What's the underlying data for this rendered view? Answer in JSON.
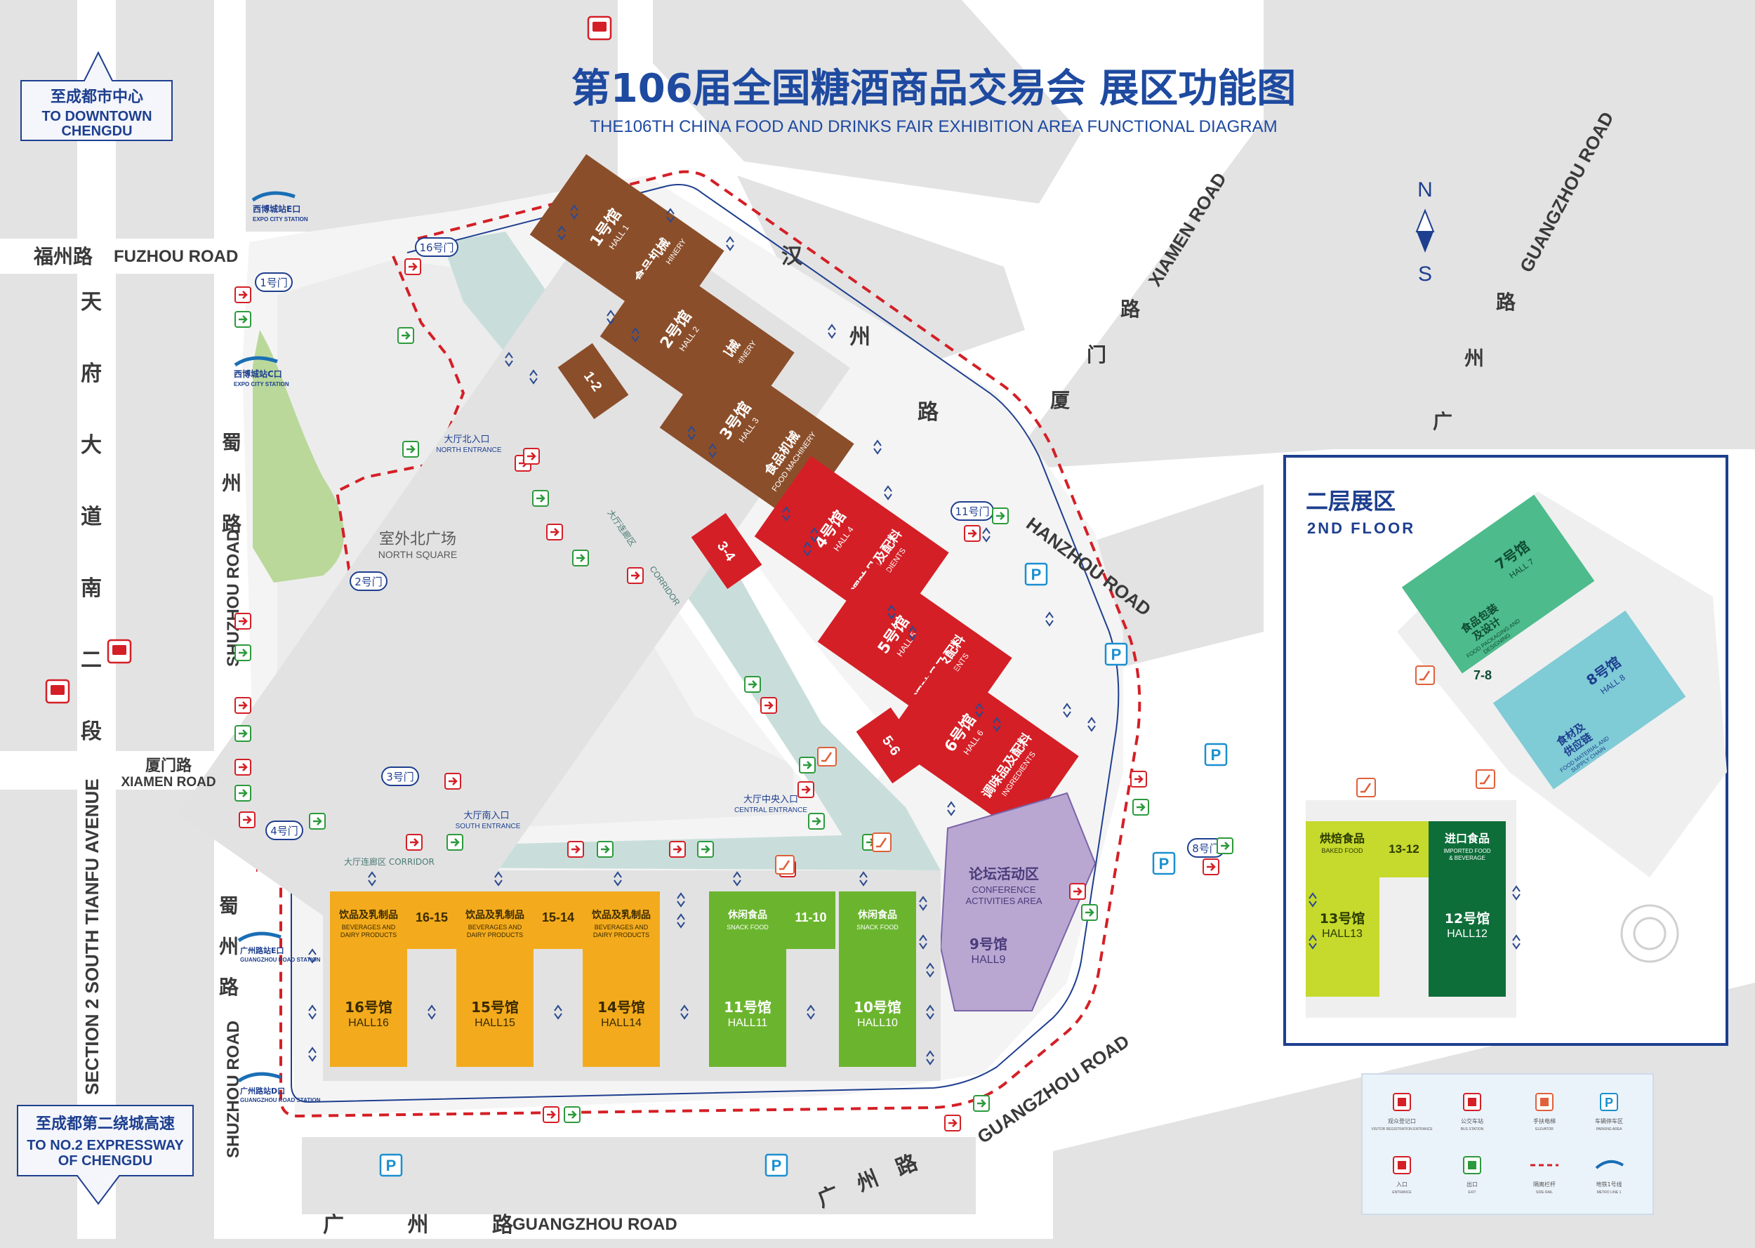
{
  "title": {
    "cn": "第106届全国糖酒商品交易会 展区功能图",
    "en": "THE106TH CHINA FOOD AND DRINKS FAIR  EXHIBITION AREA FUNCTIONAL DIAGRAM"
  },
  "compass": {
    "n": "N",
    "s": "S"
  },
  "direction_signs": {
    "downtown_cn": "至成都市中心",
    "downtown_en1": "TO DOWNTOWN",
    "downtown_en2": "CHENGDU",
    "expressway_cn": "至成都第二绕城高速",
    "expressway_en1": "TO NO.2 EXPRESSWAY",
    "expressway_en2": "OF CHENGDU"
  },
  "roads": {
    "fuzhou_cn": "福州路",
    "fuzhou_en": "FUZHOU ROAD",
    "tianfu_cn": [
      "天",
      "府",
      "大",
      "道",
      "南",
      "二",
      "段"
    ],
    "tianfu_en": "SECTION 2 SOUTH TIANFU AVENUE",
    "shuzhou_cn_top": [
      "蜀",
      "州",
      "路"
    ],
    "shuzhou_en": "SHUZHOU ROAD",
    "shuzhou_cn_bottom": [
      "蜀",
      "州",
      "路"
    ],
    "xiamen_small_cn": "厦门路",
    "xiamen_small_en": "XIAMEN ROAD",
    "hanzhou_cn": [
      "汉",
      "州",
      "路"
    ],
    "hanzhou_en": "HANZHOU ROAD",
    "xiamen_cn": [
      "厦",
      "门",
      "路"
    ],
    "xiamen_en": "XIAMEN ROAD",
    "guangzhou_ne_cn": [
      "广",
      "州",
      "路"
    ],
    "guangzhou_ne_en": "GUANGZHOU ROAD",
    "guangzhou_s_cn": "广 州 路",
    "guangzhou_s_en": "GUANGZHOU ROAD",
    "guangzhou_se_cn": "广州路",
    "guangzhou_se_en": "GUANGZHOU ROAD"
  },
  "metro_stations": {
    "expo_e_cn": "西博城站E口",
    "expo_c_cn": "西博城站C口",
    "expo_en": "EXPO CITY STATION",
    "gz_e_cn": "广州路站E口",
    "gz_d_cn": "广州路站D口",
    "gz_en": "GUANGZHOU ROAD STATION"
  },
  "gates": [
    "1号门",
    "2号门",
    "3号门",
    "4号门",
    "8号门",
    "11号门",
    "16号门"
  ],
  "areas": {
    "north_square_cn": "室外北广场",
    "north_square_en": "NORTH SQUARE",
    "north_entrance_cn": "大厅北入口",
    "north_entrance_en": "NORTH ENTRANCE",
    "south_entrance_cn": "大厅南入口",
    "south_entrance_en": "SOUTH ENTRANCE",
    "central_entrance_cn": "大厅中央入口",
    "central_entrance_en": "CENTRAL ENTRANCE",
    "corridor_cn": "大厅连廊区",
    "corridor_en": "CORRIDOR",
    "corridor_label": "大厅连廊区 CORRIDOR"
  },
  "north_halls": [
    {
      "name": "1号馆",
      "en": "HALL 1",
      "color": "#8b4e2a"
    },
    {
      "name": "2号馆",
      "en": "HALL 2",
      "color": "#8b4e2a"
    },
    {
      "name": "3号馆",
      "en": "HALL 3",
      "color": "#8b4e2a"
    },
    {
      "name": "4号馆",
      "en": "HALL 4",
      "color": "#d41f26"
    },
    {
      "name": "5号馆",
      "en": "HALL 5",
      "color": "#d41f26"
    },
    {
      "name": "6号馆",
      "en": "HALL 6",
      "color": "#d41f26"
    }
  ],
  "north_categories": {
    "food_machinery_cn": "食品机械",
    "food_machinery_en": "FOOD MACHINERY",
    "ingredients_cn": "调味品及配料",
    "ingredients_en": "INGREDIENTS",
    "link_12": "1-2",
    "link_34": "3-4",
    "link_56": "5-6"
  },
  "south_halls": [
    {
      "name": "16号馆",
      "en": "HALL16",
      "cat_cn": "饮品及乳制品",
      "cat_en1": "BEVERAGES AND",
      "cat_en2": "DAIRY PRODUCTS",
      "color": "#f3ab1d"
    },
    {
      "name": "15号馆",
      "en": "HALL15",
      "cat_cn": "饮品及乳制品",
      "cat_en1": "BEVERAGES AND",
      "cat_en2": "DAIRY PRODUCTS",
      "color": "#f3ab1d"
    },
    {
      "name": "14号馆",
      "en": "HALL14",
      "cat_cn": "饮品及乳制品",
      "cat_en1": "BEVERAGES AND",
      "cat_en2": "DAIRY PRODUCTS",
      "color": "#f3ab1d"
    },
    {
      "name": "11号馆",
      "en": "HALL11",
      "cat_cn": "休闲食品",
      "cat_en1": "SNACK FOOD",
      "cat_en2": "",
      "color": "#6bb52e"
    },
    {
      "name": "10号馆",
      "en": "HALL10",
      "cat_cn": "休闲食品",
      "cat_en1": "SNACK FOOD",
      "cat_en2": "",
      "color": "#6bb52e"
    }
  ],
  "south_links": [
    "16-15",
    "15-14",
    "11-10"
  ],
  "hall9": {
    "cn": "论坛活动区",
    "en1": "CONFERENCE",
    "en2": "ACTIVITIES AREA",
    "name": "9号馆",
    "en": "HALL9",
    "color": "#b9a7d2"
  },
  "second_floor": {
    "title_cn": "二层展区",
    "title_en": "2ND FLOOR",
    "hall7": {
      "name": "7号馆",
      "en": "HALL 7",
      "cat_cn1": "食品包装",
      "cat_cn2": "及设计",
      "cat_en1": "FOOD PACKAGING AND",
      "cat_en2": "DESIGNING",
      "color": "#4dbb8c"
    },
    "hall8": {
      "name": "8号馆",
      "en": "HALL 8",
      "cat_cn1": "食材及",
      "cat_cn2": "供应链",
      "cat_en1": "FOOD MATERIAL AND",
      "cat_en2": "SUPPLY CHAIN",
      "color": "#7fcbd6"
    },
    "link_78": "7-8",
    "hall13": {
      "name": "13号馆",
      "en": "HALL13",
      "cat_cn": "烘焙食品",
      "cat_en": "BAKED FOOD",
      "color": "#c6d92d"
    },
    "hall12": {
      "name": "12号馆",
      "en": "HALL12",
      "cat_cn": "进口食品",
      "cat_en1": "IMPORTED FOOD",
      "cat_en2": "&   BEVERAGE",
      "color": "#0e6e3a"
    },
    "link_1312": "13-12"
  },
  "legend": [
    {
      "cn": "观众登记口",
      "en": "VISITOR REGISTRATION ENTRANCE",
      "icon": "registration-icon"
    },
    {
      "cn": "公交车站",
      "en": "BUS STATION",
      "icon": "bus-icon"
    },
    {
      "cn": "手扶电梯",
      "en": "ELEVATOR",
      "icon": "escalator-icon"
    },
    {
      "cn": "车辆停车区",
      "en": "PARKING AREA",
      "icon": "parking-icon"
    },
    {
      "cn": "入口",
      "en": "ENTRANCE",
      "icon": "entrance-icon"
    },
    {
      "cn": "出口",
      "en": "EXIT",
      "icon": "exit-icon"
    },
    {
      "cn": "隔离栏杆",
      "en": "SIDE RAIL",
      "icon": "side-rail-icon"
    },
    {
      "cn": "地铁1号线",
      "en": "METRO LINE 1",
      "icon": "metro-icon"
    }
  ],
  "symbols": {
    "parking": "P"
  },
  "colors": {
    "road_text": "#3a3a3a",
    "title_blue": "#1e4aa0",
    "gate_blue": "#1e3f8f",
    "rail_red": "#d41f26",
    "green_area": "#bad89a",
    "corridor": "#c9dedb"
  }
}
